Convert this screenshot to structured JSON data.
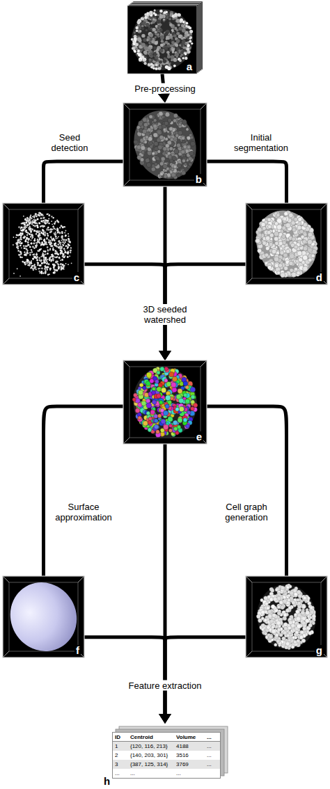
{
  "diagram": {
    "nodes": [
      {
        "text": [
          "a"
        ]
      },
      {
        "text": [
          "b"
        ]
      },
      {
        "text": [
          "c"
        ]
      },
      {
        "text": [
          "d"
        ]
      },
      {
        "text": [
          "e"
        ]
      },
      {
        "text": [
          "f"
        ]
      },
      {
        "text": [
          "g"
        ]
      },
      {
        "text": [
          "h"
        ]
      }
    ],
    "edges": [
      {
        "from": 0,
        "to": 1,
        "arrow": "to",
        "label": "Pre-processing"
      },
      {
        "from": 1,
        "to": 2,
        "arrow": "none",
        "label": "Seed detection"
      },
      {
        "from": 1,
        "to": 3,
        "arrow": "none",
        "label": "Initial segmentation"
      },
      {
        "from": 2,
        "to": 4,
        "arrow": "to"
      },
      {
        "from": 1,
        "to": 4,
        "arrow": "to",
        "label": "3D seeded watershed"
      },
      {
        "from": 3,
        "to": 4,
        "arrow": "to"
      },
      {
        "from": 4,
        "to": 5,
        "arrow": "none",
        "label": "Surface approximation"
      },
      {
        "from": 4,
        "to": 6,
        "arrow": "none",
        "label": "Cell graph generation"
      },
      {
        "from": 5,
        "to": 7,
        "arrow": "to"
      },
      {
        "from": 4,
        "to": 7,
        "arrow": "to",
        "label": "Feature extraction"
      },
      {
        "from": 6,
        "to": 7,
        "arrow": "to"
      }
    ],
    "labels": [
      "ID",
      "Centroid",
      "Volume",
      "...",
      "1",
      "{120, 116, 213}",
      "4188",
      "...",
      "2",
      "{140, 203, 301}",
      "3516",
      "...",
      "3",
      "{387, 125, 314}",
      "3769",
      "...",
      "...",
      "...",
      "..."
    ]
  }
}
